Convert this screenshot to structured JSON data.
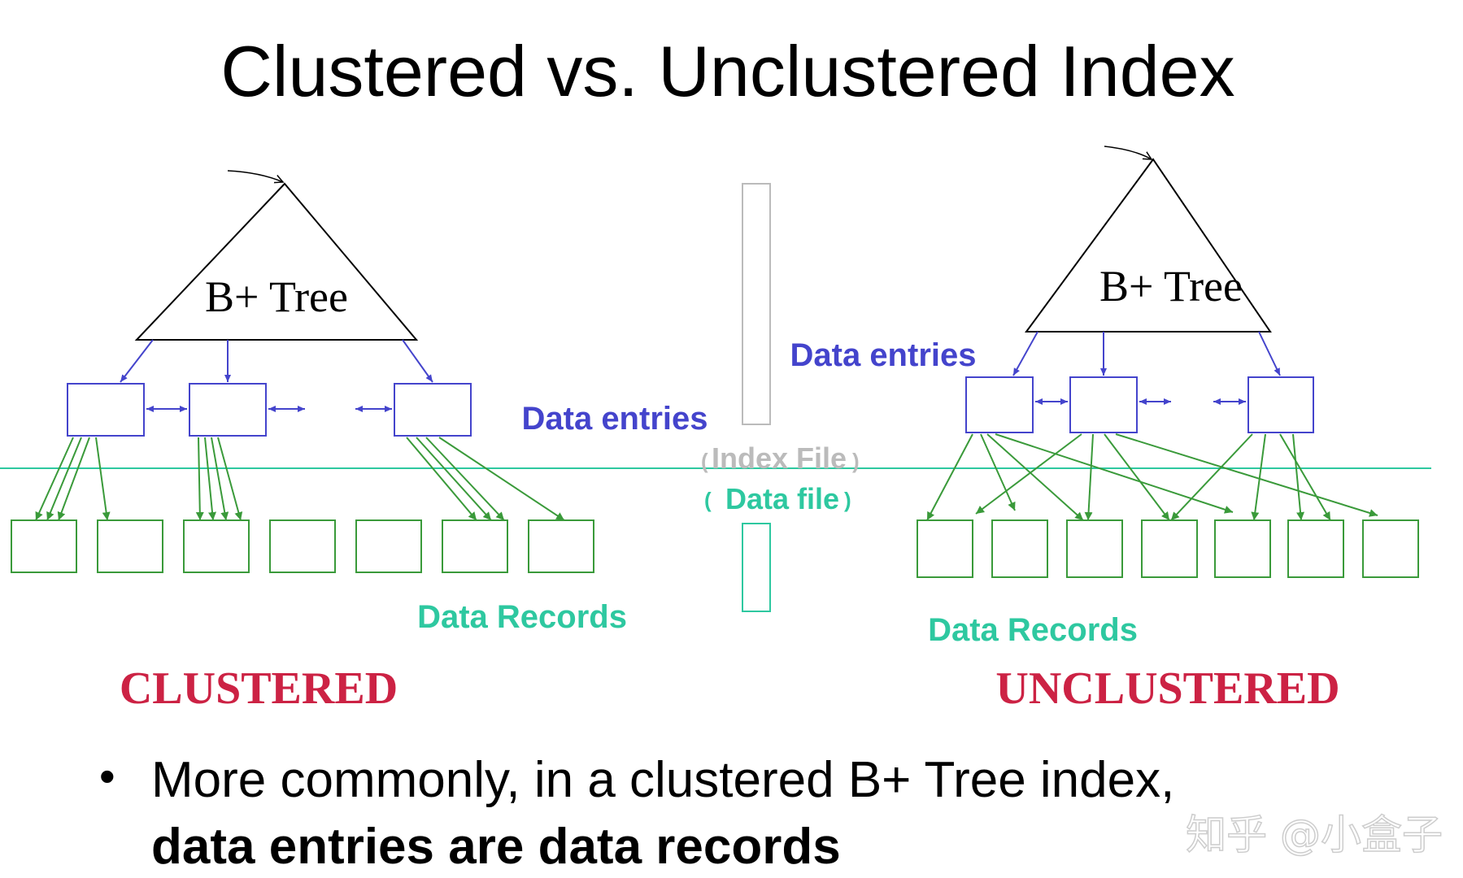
{
  "title": "Clustered vs. Unclustered Index",
  "colors": {
    "text": "#000000",
    "blue": "#4444cc",
    "green": "#3a9a3a",
    "teal": "#2ec8a0",
    "gray": "#bbbbbb",
    "red": "#cc2244"
  },
  "clustered": {
    "tree_label": "B+ Tree",
    "data_entries_label": "Data entries",
    "data_records_label": "Data Records",
    "caption": "CLUSTERED"
  },
  "unclustered": {
    "tree_label": "B+ Tree",
    "data_entries_label": "Data entries",
    "data_records_label": "Data Records",
    "caption": "UNCLUSTERED"
  },
  "middle": {
    "index_file_label": "Index File",
    "data_file_label": "Data file"
  },
  "bullet": {
    "marker": "•",
    "line1": "More commonly, in a clustered B+ Tree index,",
    "line2": "data entries are data records"
  },
  "watermark": "知乎 @小盒子"
}
